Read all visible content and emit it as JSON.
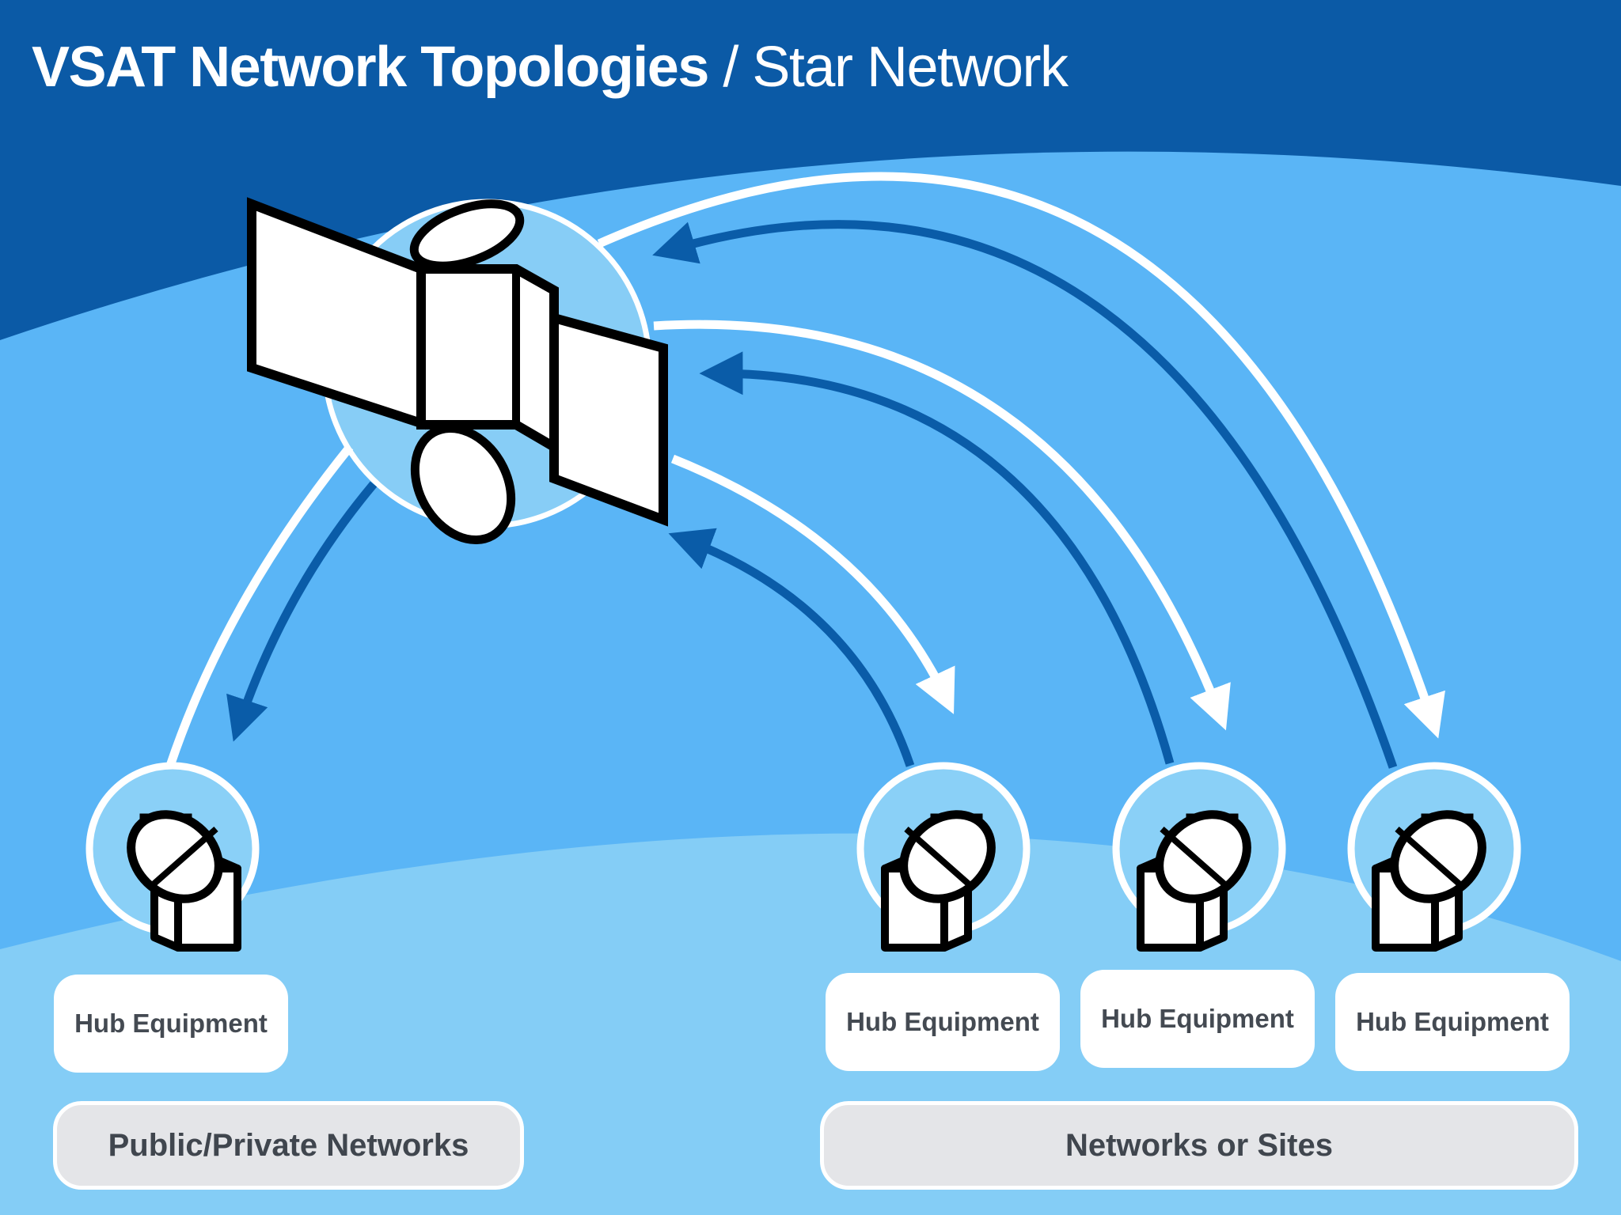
{
  "title": {
    "main": "VSAT Network Topologies",
    "separator": " / ",
    "sub": "Star Network"
  },
  "hubs": [
    {
      "label": "Hub Equipment"
    },
    {
      "label": "Hub Equipment"
    },
    {
      "label": "Hub Equipment"
    },
    {
      "label": "Hub Equipment"
    }
  ],
  "groups": {
    "left": "Public/Private Networks",
    "right": "Networks or Sites"
  },
  "icons": {
    "satellite": "satellite-icon",
    "dish": "satellite-dish-icon"
  },
  "colors": {
    "header_blue": "#0b5aa6",
    "sky_blue": "#5ab5f6",
    "ground_blue": "#84cdf6",
    "arrow_dark_blue": "#0a5ca8",
    "white": "#ffffff",
    "label_gray": "#e4e5e8"
  }
}
